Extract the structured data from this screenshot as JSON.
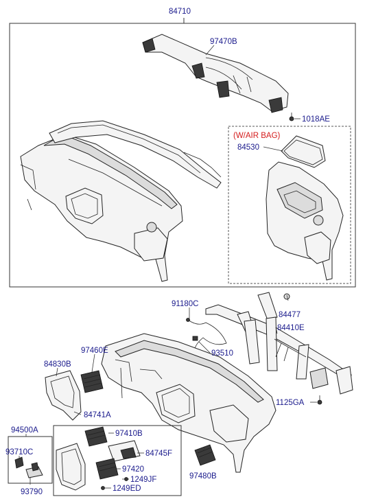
{
  "labels": {
    "l84710": "84710",
    "l97470b": "97470B",
    "l1018ae": "1018AE",
    "lwairbag": "(W/AIR BAG)",
    "l84530": "84530",
    "l91180c": "91180C",
    "l84477": "84477",
    "l84410e": "84410E",
    "l93510": "93510",
    "l97460e": "97460E",
    "l84830b": "84830B",
    "l84741a": "84741A",
    "l1125ga": "1125GA",
    "l94500a": "94500A",
    "l97410b": "97410B",
    "l84745f": "84745F",
    "l93710c": "93710C",
    "l97420": "97420",
    "l1249jf": "1249JF",
    "l97480b": "97480B",
    "l1249ed": "1249ED",
    "l93790": "93790"
  },
  "colors": {
    "label": "#1a1a8c",
    "airbag_note": "#d41a1a"
  }
}
